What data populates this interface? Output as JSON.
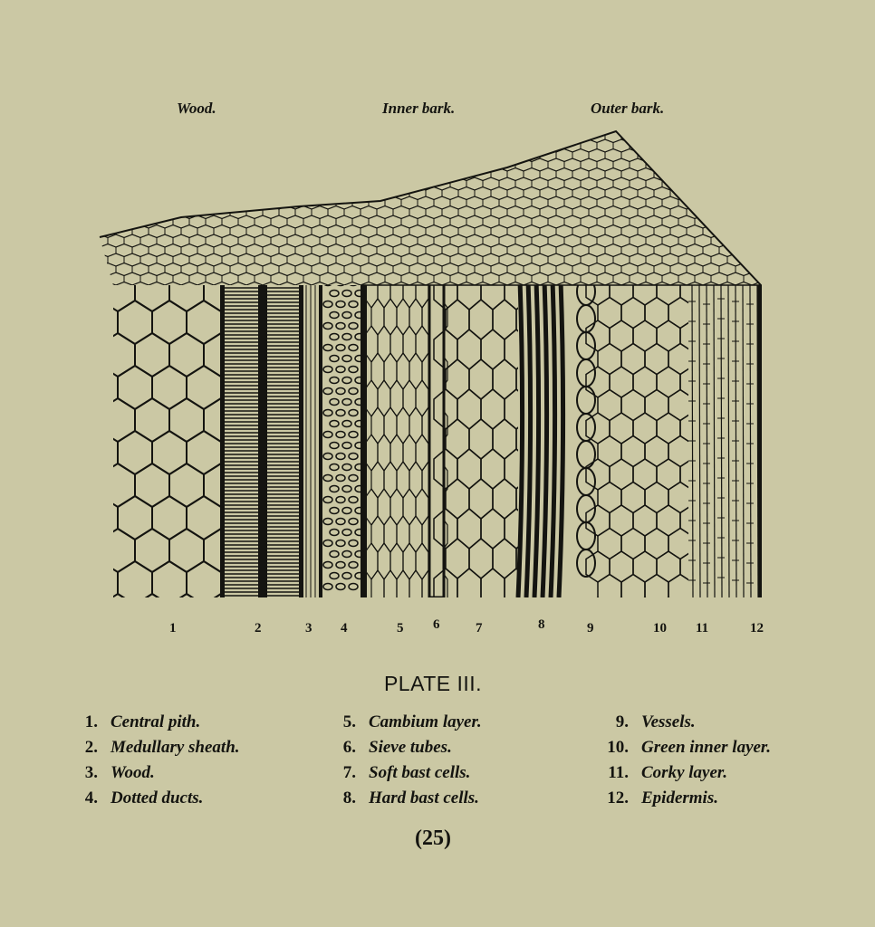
{
  "figure": {
    "headings": [
      "Wood.",
      "Inner bark.",
      "Outer bark."
    ],
    "numbers": [
      "1",
      "2",
      "3",
      "4",
      "5",
      "6",
      "7",
      "8",
      "9",
      "10",
      "11",
      "12"
    ]
  },
  "plate_title": "PLATE III.",
  "legend": [
    {
      "num": "1.",
      "label": "Central pith."
    },
    {
      "num": "2.",
      "label": "Medullary sheath."
    },
    {
      "num": "3.",
      "label": "Wood."
    },
    {
      "num": "4.",
      "label": "Dotted ducts."
    },
    {
      "num": "5.",
      "label": "Cambium layer."
    },
    {
      "num": "6.",
      "label": "Sieve tubes."
    },
    {
      "num": "7.",
      "label": "Soft bast cells."
    },
    {
      "num": "8.",
      "label": "Hard bast cells."
    },
    {
      "num": "9.",
      "label": "Vessels."
    },
    {
      "num": "10.",
      "label": "Green inner layer."
    },
    {
      "num": "11.",
      "label": "Corky layer."
    },
    {
      "num": "12.",
      "label": "Epidermis."
    }
  ],
  "page_number": "(25)"
}
